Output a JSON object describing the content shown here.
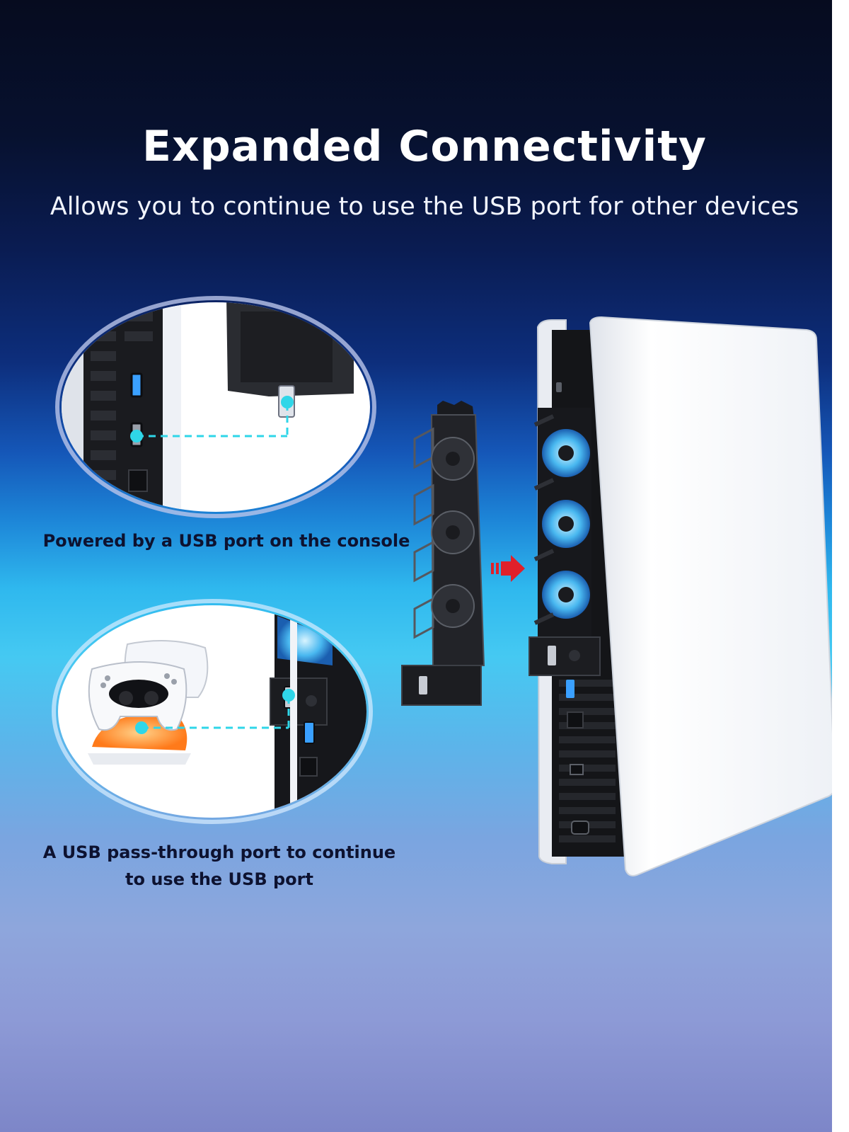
{
  "heading": {
    "title": "Expanded Connectivity",
    "subtitle": "Allows you to continue to use the USB port for other devices"
  },
  "callouts": [
    {
      "lines": [
        "Powered by a USB port on the console"
      ]
    },
    {
      "lines": [
        "A USB pass-through port to continue",
        "to use the USB port"
      ]
    }
  ],
  "colors": {
    "accent_cyan": "#2fd6e8",
    "arrow_red": "#e0202a",
    "console_white": "#f4f6fa",
    "console_black": "#141518"
  }
}
